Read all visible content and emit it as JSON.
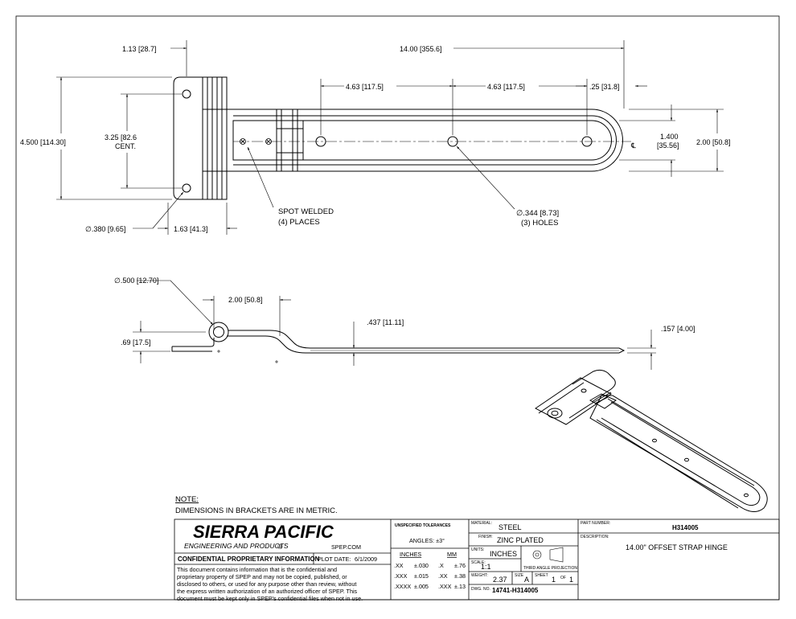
{
  "dimensions": {
    "top_left_width": "1.13 [28.7]",
    "overall_length": "14.00 [355.6]",
    "hole_spacing_1": "4.63 [117.5]",
    "hole_spacing_2": "4.63 [117.5]",
    "end_offset": ".25 [31.8]",
    "overall_height": "4.500 [114.30]",
    "hole_center_1": "3.25 [82.6",
    "hole_center_2": "CENT.",
    "strap_width": "2.00 [50.8]",
    "strap_inner_1": "1.400",
    "strap_inner_2": "[35.56]",
    "leaf_hole_dia": "∅.380 [9.65]",
    "leaf_width": "1.63 [41.3]",
    "pin_dia": "∅.500 [12.70]",
    "offset_length": "2.00 [50.8]",
    "offset_height": ".69 [17.5]",
    "thickness_mid": ".437 [11.11]",
    "thickness_end": ".157 [4.00]",
    "centerline_symbol": "℄"
  },
  "callouts": {
    "spot_welded_1": "SPOT WELDED",
    "spot_welded_2": "(4) PLACES",
    "holes_1": "∅.344 [8.73]",
    "holes_2": "(3) HOLES"
  },
  "note": {
    "title": "NOTE:",
    "text": "DIMENSIONS IN BRACKETS ARE IN METRIC."
  },
  "title_block": {
    "company": "SIERRA PACIFIC",
    "company_sub": "ENGINEERING AND PRODUCTS",
    "registered": "®",
    "website": "SPEP.COM",
    "confidential_heading": "CONFIDENTIAL PROPRIETARY INFORMATION",
    "plot_date_label": "PLOT DATE:",
    "plot_date": "6/1/2009",
    "confidential_lines": [
      "This document contains information that is the confidential and",
      "proprietary property of SPEP and may not be copied, published, or",
      "disclosed to others, or used for any purpose  other than review, without",
      "the express written authorization of an authorized officer of SPEP. This",
      "document must be kept only in SPEP's confidential files when not in use."
    ],
    "tolerances_heading": "UNSPECIFIED TOLERANCES",
    "angles": "ANGLES:  ±3°",
    "inches_label": "INCHES",
    "mm_label": "MM",
    "tol_rows": [
      {
        "in": ".XX",
        "in_tol": "±.030",
        "mm": ".X",
        "mm_tol": "±.76"
      },
      {
        "in": ".XXX",
        "in_tol": "±.015",
        "mm": ".XX",
        "mm_tol": "±.38"
      },
      {
        "in": ".XXXX",
        "in_tol": "±.005",
        "mm": ".XXX",
        "mm_tol": "±.13"
      }
    ],
    "material_label": "MATERIAL:",
    "material": "STEEL",
    "finish_label": "FINISH:",
    "finish": "ZINC PLATED",
    "units_label": "UNITS:",
    "units": "INCHES",
    "scale_label": "SCALE:",
    "scale": "1:1",
    "projection_label": "THIRD ANGLE PROJECTION",
    "weight_label": "WEIGHT:",
    "weight": "2.37",
    "size_label": "SIZE",
    "size": "A",
    "sheet_label": "SHEET",
    "sheet": "1",
    "of_label": "OF",
    "sheet_total": "1",
    "dwg_label": "DWG. NO.",
    "dwg_no": "14741-H314005",
    "part_label": "PART NUMBER:",
    "part_number": "H314005",
    "description_label": "DESCRIPTION:",
    "description": "14.00\" OFFSET STRAP HINGE"
  }
}
